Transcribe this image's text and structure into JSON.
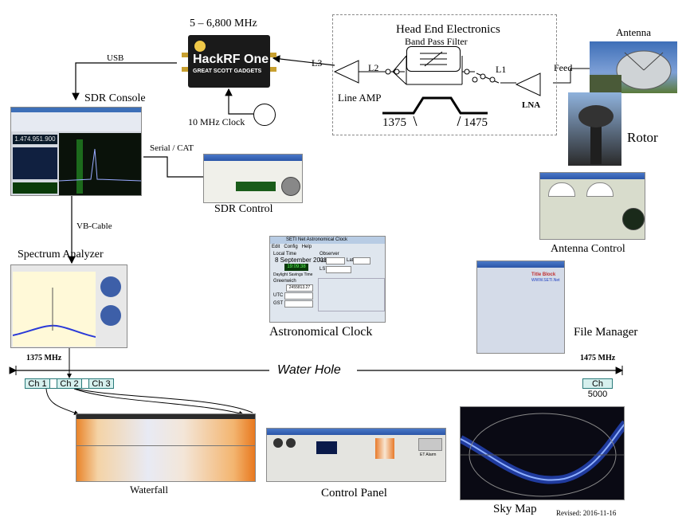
{
  "hackrf": {
    "freq": "5 – 6,800 MHz",
    "brand": "HackRF One",
    "maker": "GREAT SCOTT GADGETS"
  },
  "clock": {
    "label": "10 MHz Clock"
  },
  "head_end": {
    "title": "Head End Electronics",
    "bpf": "Band Pass Filter",
    "l1": "L1",
    "l2": "L2",
    "l3": "L3",
    "feed": "Feed",
    "line_amp": "Line AMP",
    "lna": "LNA",
    "f_low": "1375",
    "f_high": "1475"
  },
  "antenna": {
    "label": "Antenna"
  },
  "rotor": {
    "label": "Rotor"
  },
  "usb": "USB",
  "sdr_console": {
    "label": "SDR Console",
    "freq_display": "1.474.951.900"
  },
  "serial": "Serial / CAT",
  "sdr_control": {
    "label": "SDR Control"
  },
  "vbcable": "VB-Cable",
  "spectrum": {
    "label": "Spectrum Analyzer"
  },
  "astro": {
    "label": "Astronomical Clock",
    "window_title": "SETI Net Astronomical Clock",
    "menu": [
      "Edit",
      "Config",
      "Help"
    ],
    "date": "8  September  2011",
    "local_time_label": "Local Time",
    "time": "19:09:38",
    "dst": "Daylight Savings Time",
    "observer": "Observer",
    "lon_label": "Lon",
    "lat_label": "Lat",
    "lst_label": "LST",
    "utc_label": "UTC",
    "gst_label": "GST",
    "greenwich": "Greenwich",
    "julian": "2455813.27"
  },
  "antenna_control": {
    "label": "Antenna  Control"
  },
  "file_manager": {
    "label": "File Manager",
    "title_block": "Title Block",
    "site": "WWW.SETI.Net"
  },
  "band": {
    "low": "1375 MHz",
    "high": "1475 MHz",
    "title": "Water Hole"
  },
  "channels": [
    "Ch 1",
    "Ch 2",
    "Ch 3",
    "Ch 5000"
  ],
  "waterfall": {
    "label": "Waterfall"
  },
  "control_panel": {
    "label": "Control Panel",
    "alarm": "ET Alarm"
  },
  "sky_map": {
    "label": "Sky Map"
  },
  "revised": "Revised: 2016-11-16"
}
